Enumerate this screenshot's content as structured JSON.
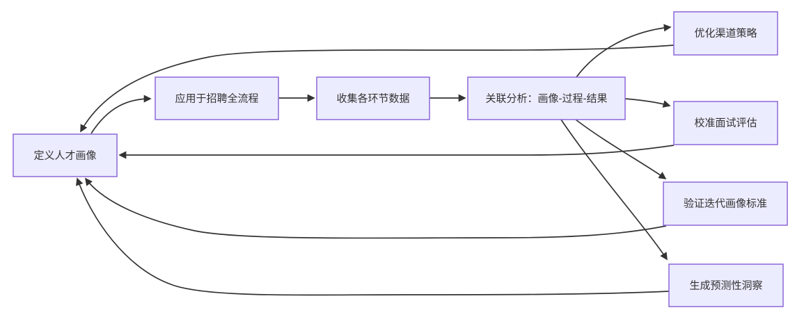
{
  "diagram": {
    "type": "flowchart",
    "direction": "left-to-right",
    "colors": {
      "background": "#ffffff",
      "node_fill": "#ECECFF",
      "node_border": "#9370DB",
      "edge": "#333333",
      "text": "#333333"
    },
    "nodes": [
      {
        "id": "define",
        "label": "定义人才画像"
      },
      {
        "id": "apply",
        "label": "应用于招聘全流程"
      },
      {
        "id": "collect",
        "label": "收集各环节数据"
      },
      {
        "id": "analyze",
        "label": "关联分析：画像-过程-结果"
      },
      {
        "id": "optimize",
        "label": "优化渠道策略"
      },
      {
        "id": "calibrate",
        "label": "校准面试评估"
      },
      {
        "id": "validate",
        "label": "验证迭代画像标准"
      },
      {
        "id": "insight",
        "label": "生成预测性洞察"
      }
    ],
    "edges": [
      {
        "from": "define",
        "to": "apply"
      },
      {
        "from": "apply",
        "to": "collect"
      },
      {
        "from": "collect",
        "to": "analyze"
      },
      {
        "from": "analyze",
        "to": "optimize"
      },
      {
        "from": "analyze",
        "to": "calibrate"
      },
      {
        "from": "analyze",
        "to": "validate"
      },
      {
        "from": "analyze",
        "to": "insight"
      },
      {
        "from": "optimize",
        "to": "define"
      },
      {
        "from": "calibrate",
        "to": "define"
      },
      {
        "from": "validate",
        "to": "define"
      },
      {
        "from": "insight",
        "to": "define"
      }
    ]
  }
}
